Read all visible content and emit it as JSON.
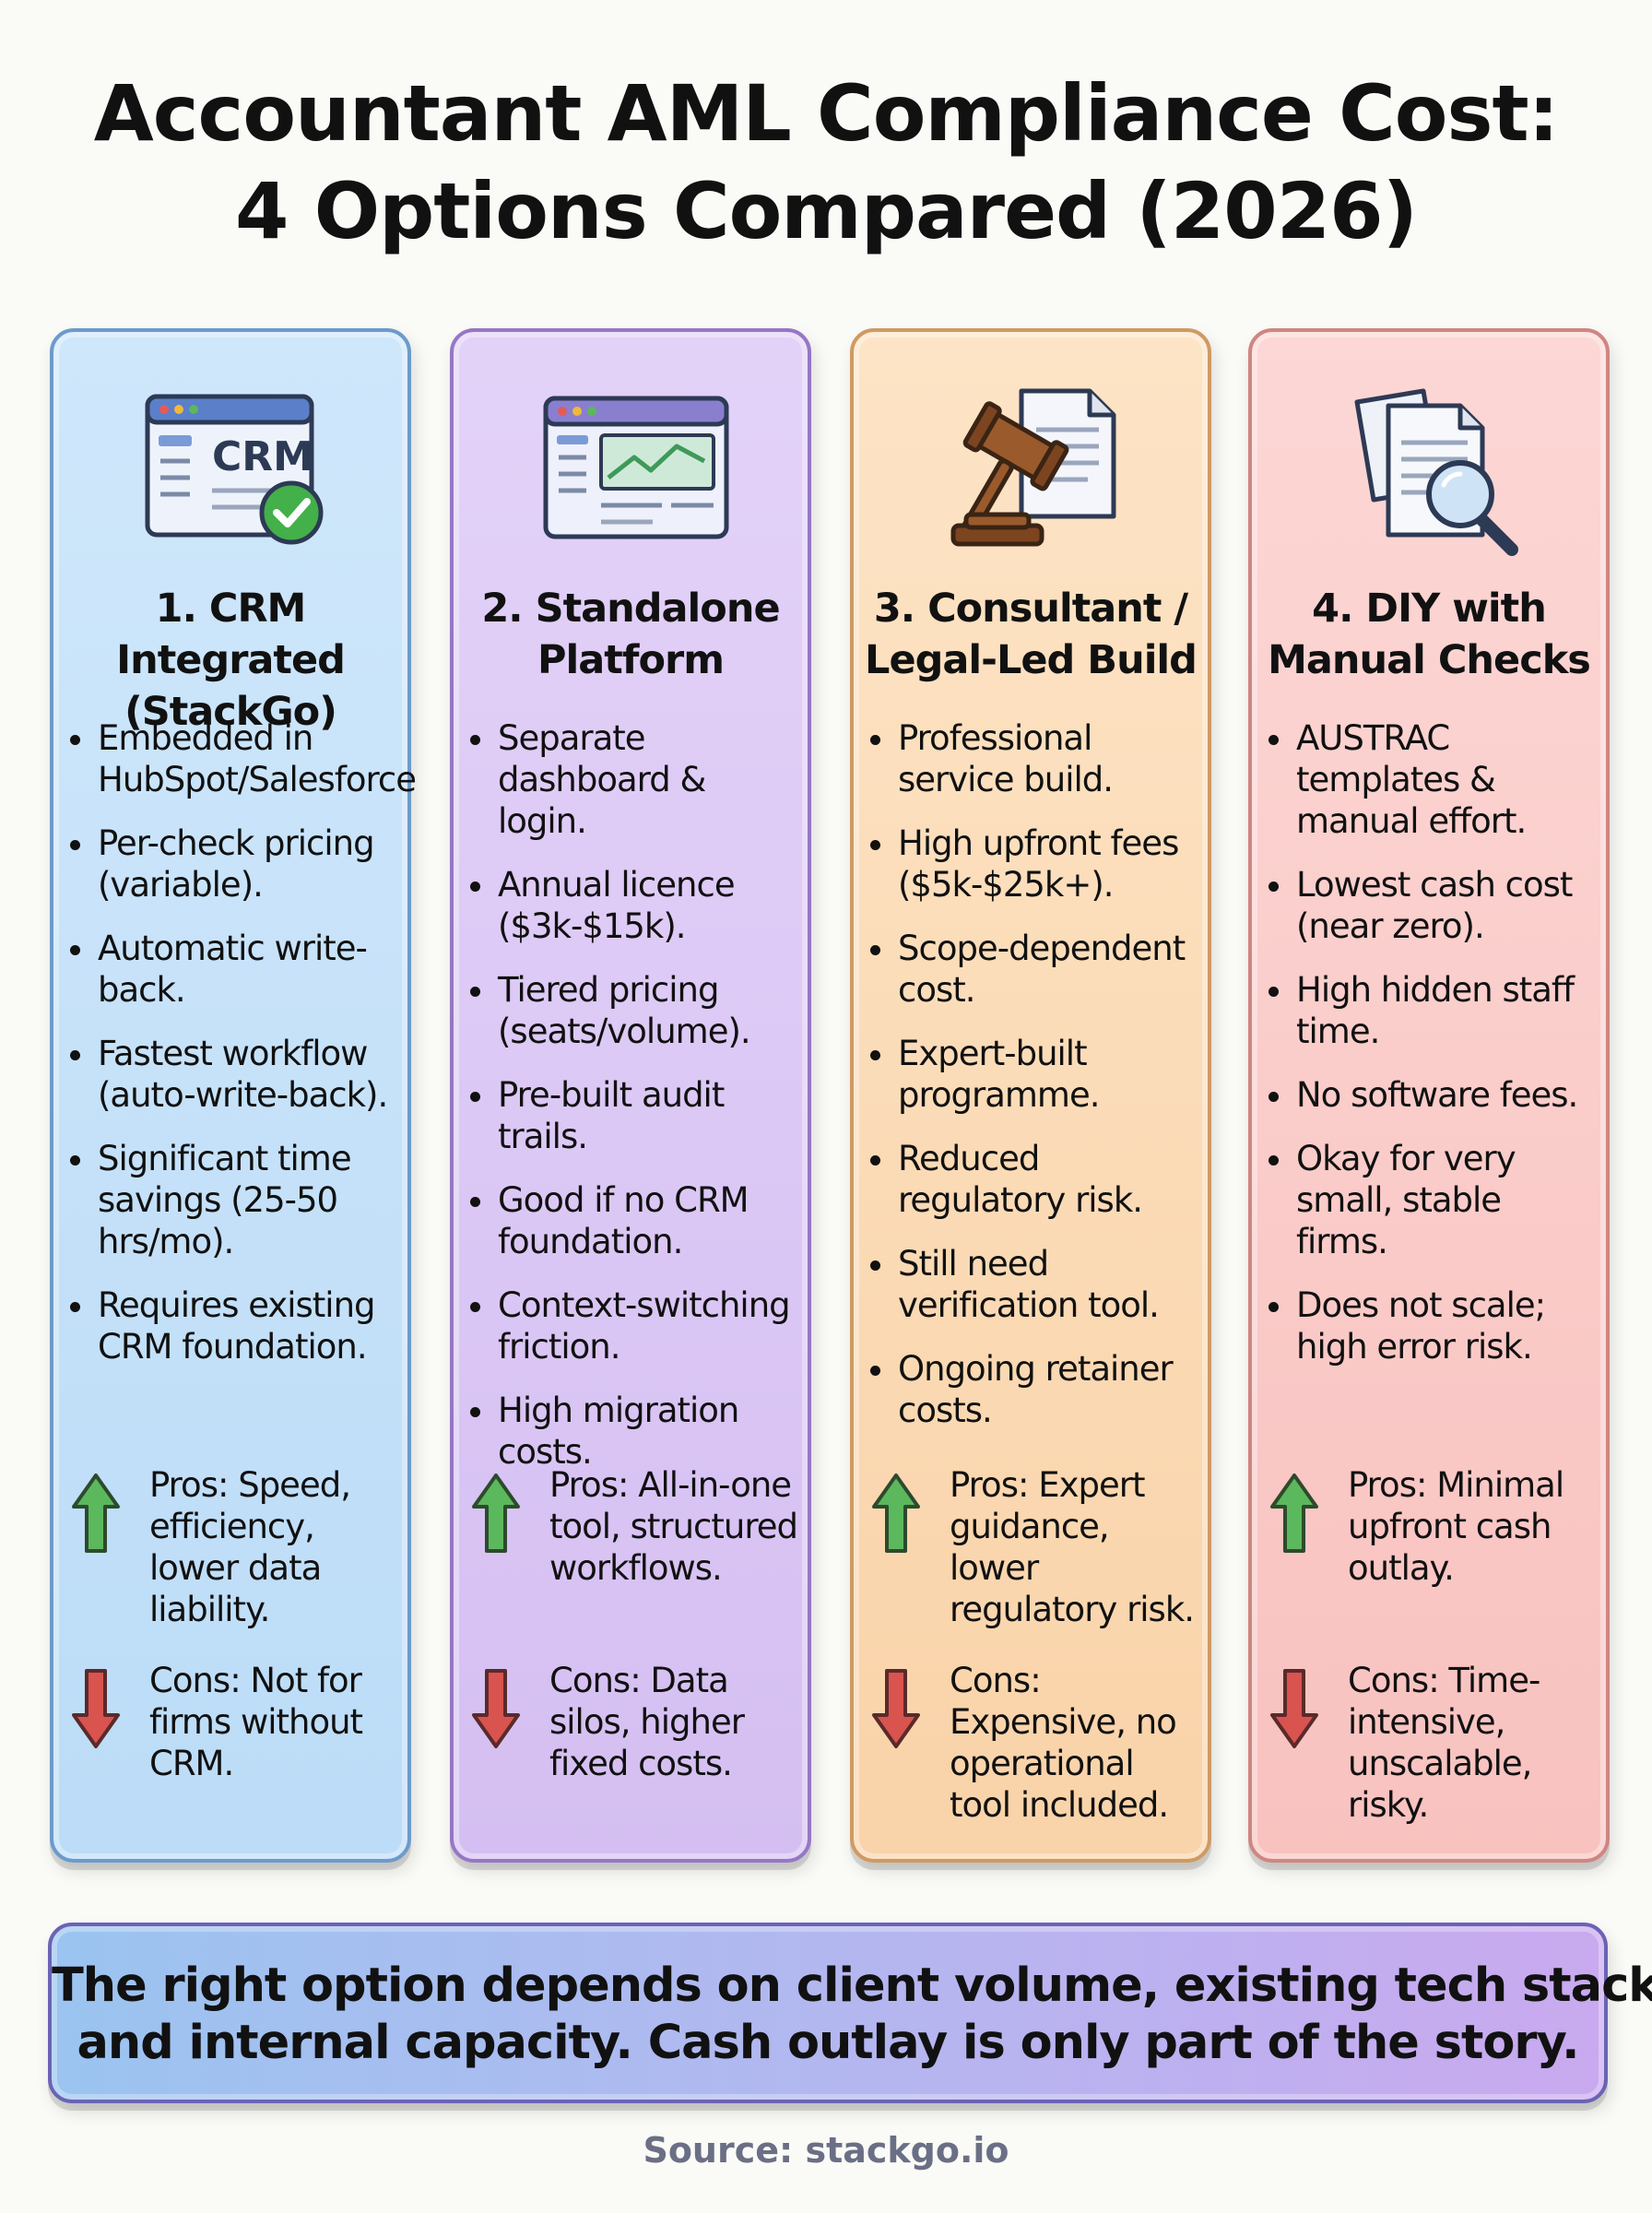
{
  "title": {
    "line1": "Accountant AML Compliance Cost:",
    "line2": "4 Options Compared (2026)"
  },
  "options": [
    {
      "title": "1. CRM Integrated (StackGo)",
      "icon": "crm-window-check-icon",
      "icon_text": "CRM",
      "bullets": [
        "Embedded in HubSpot/Salesforce",
        "Per-check pricing (variable).",
        "Automatic write-back.",
        "Fastest workflow (auto-write-back).",
        "Significant time savings (25-50 hrs/mo).",
        "Requires existing CRM foundation."
      ],
      "pros": "Pros: Speed, efficiency, lower data liability.",
      "cons": "Cons: Not for firms without CRM."
    },
    {
      "title": "2. Standalone Platform",
      "icon": "dashboard-window-icon",
      "bullets": [
        "Separate dashboard & login.",
        "Annual licence ($3k-$15k).",
        "Tiered pricing (seats/volume).",
        "Pre-built audit trails.",
        "Good if no CRM foundation.",
        "Context-switching friction.",
        "High migration costs."
      ],
      "pros": "Pros: All-in-one tool, structured workflows.",
      "cons": "Cons: Data silos, higher fixed costs."
    },
    {
      "title": "3. Consultant / Legal-Led Build",
      "icon": "gavel-document-icon",
      "bullets": [
        "Professional service build.",
        "High upfront fees ($5k-$25k+).",
        "Scope-dependent cost.",
        "Expert-built programme.",
        "Reduced regulatory risk.",
        "Still need verification tool.",
        "Ongoing retainer costs."
      ],
      "pros": "Pros: Expert guidance, lower regulatory risk.",
      "cons": "Cons: Expensive, no operational tool included."
    },
    {
      "title": "4. DIY with Manual Checks",
      "icon": "documents-magnifier-icon",
      "bullets": [
        "AUSTRAC templates & manual effort.",
        "Lowest cash cost (near zero).",
        "High hidden staff time.",
        "No software fees.",
        "Okay for very small, stable firms.",
        "Does not scale; high error risk."
      ],
      "pros": "Pros: Minimal upfront cash outlay.",
      "cons": "Cons: Time-intensive, unscalable, risky."
    }
  ],
  "footer": {
    "line1": "The right option depends on client volume, existing tech stack,",
    "line2": "and internal capacity. Cash outlay is only part of the story."
  },
  "source": "Source: stackgo.io",
  "colors": {
    "blue": "#cfe7fb",
    "purple": "#e3d2f8",
    "orange": "#fde4c6",
    "red": "#fcd7d5",
    "pros_arrow": "#5cb85c",
    "cons_arrow": "#d9534f"
  }
}
